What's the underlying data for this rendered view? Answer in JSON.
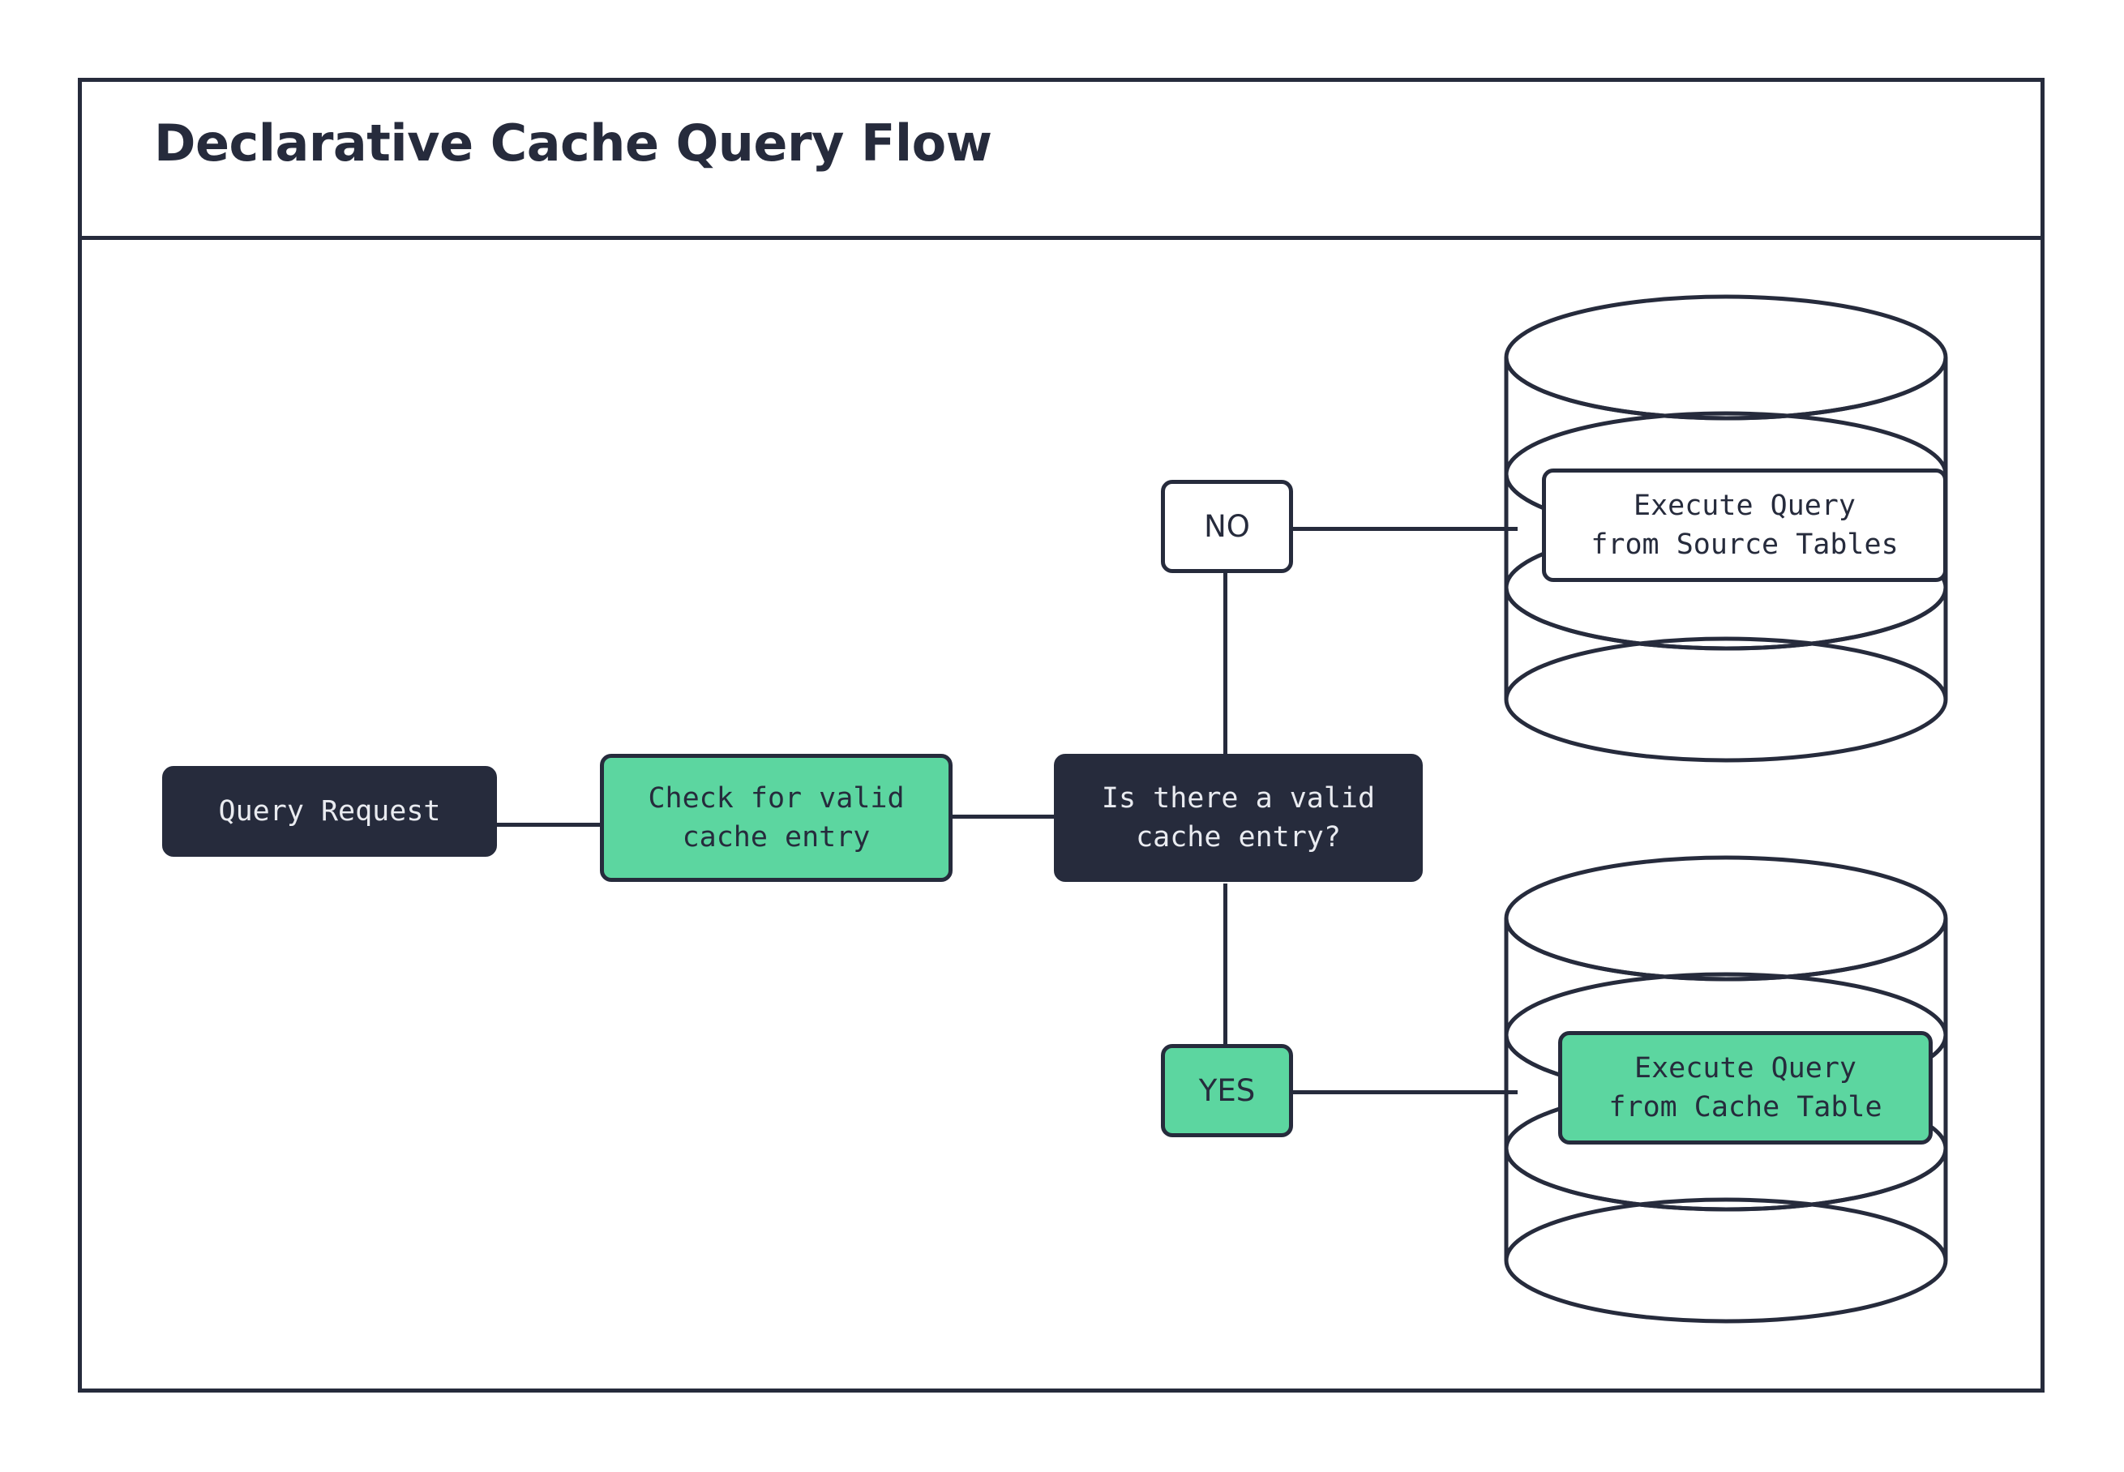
{
  "page": {
    "title": "Declarative Cache Query Flow",
    "background": "#ffffff"
  },
  "theme": {
    "ink": "#262b3c",
    "accent_green": "#5cd6a0",
    "surface": "#ffffff",
    "dark_text": "#e9ebf0"
  },
  "flow": {
    "nodes": [
      {
        "id": "query-request",
        "label": "Query Request",
        "style": "dark"
      },
      {
        "id": "check-cache",
        "label": "Check for valid\ncache entry",
        "style": "green"
      },
      {
        "id": "decision-valid-cache",
        "label": "Is there a valid\ncache entry?",
        "style": "dark"
      },
      {
        "id": "execute-source",
        "label": "Execute Query\nfrom Source Tables",
        "style": "white"
      },
      {
        "id": "execute-cache",
        "label": "Execute Query\nfrom Cache Table",
        "style": "green"
      }
    ],
    "branches": [
      {
        "id": "branch-no",
        "label": "NO",
        "style": "white"
      },
      {
        "id": "branch-yes",
        "label": "YES",
        "style": "green"
      }
    ],
    "datastores": [
      {
        "id": "source-tables-db",
        "icon": "database-cylinder-icon"
      },
      {
        "id": "cache-table-db",
        "icon": "database-cylinder-icon"
      }
    ]
  }
}
